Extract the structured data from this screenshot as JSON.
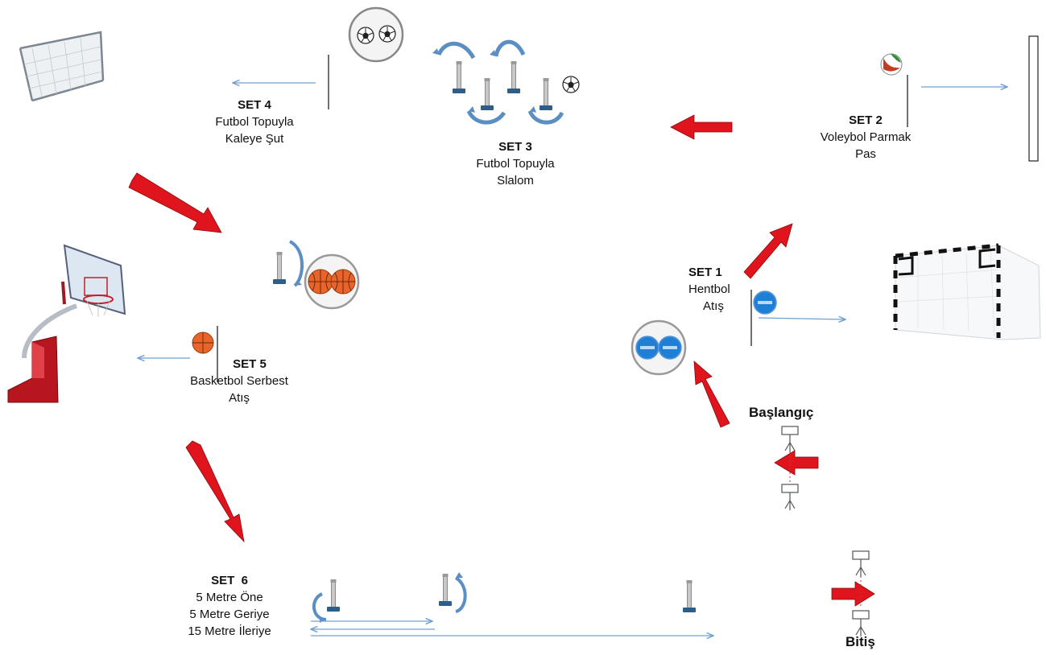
{
  "sets": [
    {
      "id": "set1",
      "title": "SET 1",
      "lines": [
        "Hentbol",
        "Atış"
      ]
    },
    {
      "id": "set2",
      "title": "SET 2",
      "lines": [
        "Voleybol Parmak",
        "Pas"
      ]
    },
    {
      "id": "set3",
      "title": "SET 3",
      "lines": [
        "Futbol Topuyla",
        "Slalom"
      ]
    },
    {
      "id": "set4",
      "title": "SET 4",
      "lines": [
        "Futbol Topuyla",
        "Kaleye Şut"
      ]
    },
    {
      "id": "set5",
      "title": "SET 5",
      "lines": [
        "Basketbol Serbest",
        "Atış"
      ]
    },
    {
      "id": "set6",
      "title": "SET  6",
      "lines": [
        "5 Metre Öne",
        "5 Metre Geriye",
        "15 Metre İleriye"
      ]
    }
  ],
  "start_label": "Başlangıç",
  "finish_label": "Bitiş",
  "colors": {
    "flow_arrow": "#e0141c",
    "thin_arrow": "#6f9fd0",
    "basketball": "#e8642a",
    "handball": "#1f7fd6",
    "pole": "#8a8a8a",
    "base": "#2e5e87"
  },
  "icons": [
    "soccer-goal-icon",
    "basketball-hoop-icon",
    "handball-goal-icon",
    "soccer-ball-icon",
    "basketball-icon",
    "handball-icon",
    "volleyball-icon",
    "slalom-pole-icon",
    "wall-target-icon",
    "gate-icon"
  ]
}
